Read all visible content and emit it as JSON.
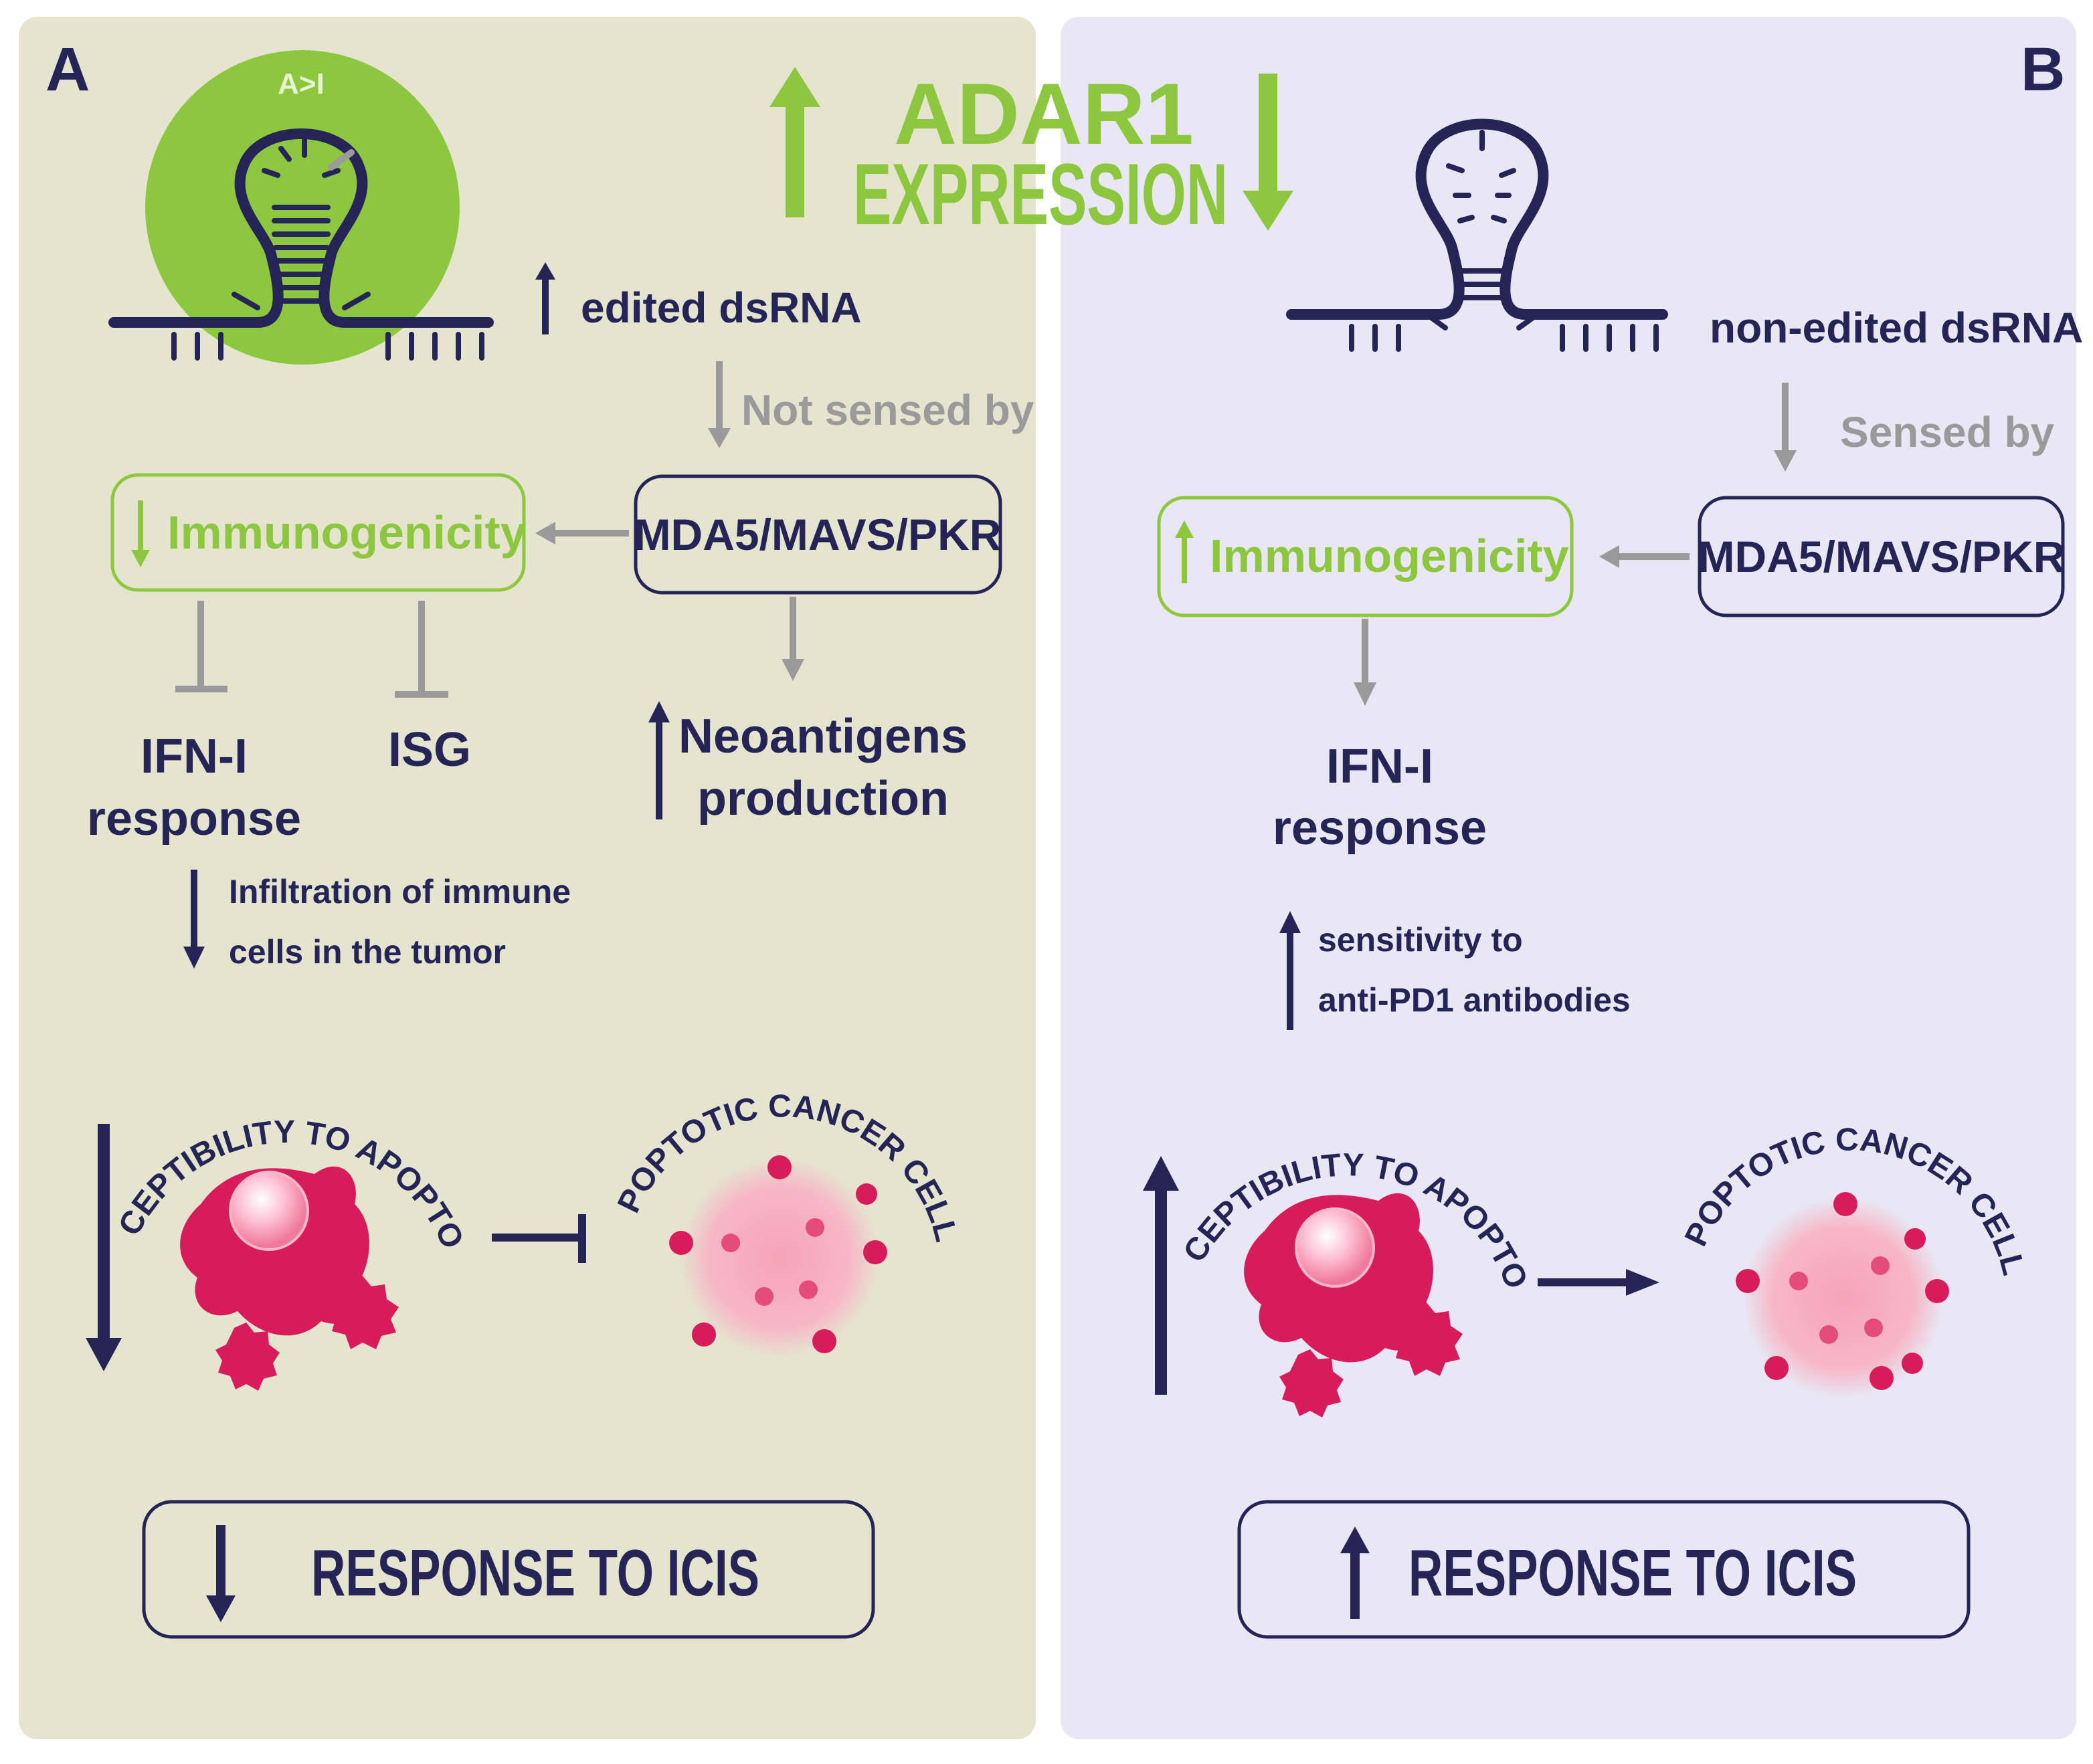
{
  "colors": {
    "panel_a_bg": "#e5e5cf",
    "panel_b_bg": "#e8e7f3",
    "navy": "#252456",
    "green": "#8dc63f",
    "grey": "#9a9a9a",
    "magenta": "#d81b5a",
    "pink": "#f4a7bb"
  },
  "header": {
    "title_line1": "ADAR1",
    "title_line2": "EXPRESSION"
  },
  "panel_a": {
    "label": "A",
    "editing_label": "A>I",
    "dsrna_label": "edited dsRNA",
    "sensing_label": "Not sensed by",
    "sensor_box": "MDA5/MAVS/PKR",
    "immuno_box": "Immunogenicity",
    "ifn_line1": "IFN-I",
    "ifn_line2": "response",
    "isg": "ISG",
    "neo_line1": "Neoantigens",
    "neo_line2": "production",
    "infil_line1": "Infiltration of immune",
    "infil_line2": "cells in the tumor",
    "susceptibility": "SUSCEPTIBILITY TO APOPTOSIS",
    "apoptotic": "APOPTOTIC CANCER CELLS",
    "response": "RESPONSE TO ICIS"
  },
  "panel_b": {
    "label": "B",
    "dsrna_label": "non-edited dsRNA",
    "sensing_label": "Sensed by",
    "sensor_box": "MDA5/MAVS/PKR",
    "immuno_box": "Immunogenicity",
    "ifn_line1": "IFN-I",
    "ifn_line2": "response",
    "sens_line1": "sensitivity to",
    "sens_line2": "anti-PD1 antibodies",
    "susceptibility": "SUSCEPTIBILITY TO APOPTOSIS",
    "apoptotic": "APOPTOTIC CANCER CELLS",
    "response": "RESPONSE TO ICIS"
  }
}
